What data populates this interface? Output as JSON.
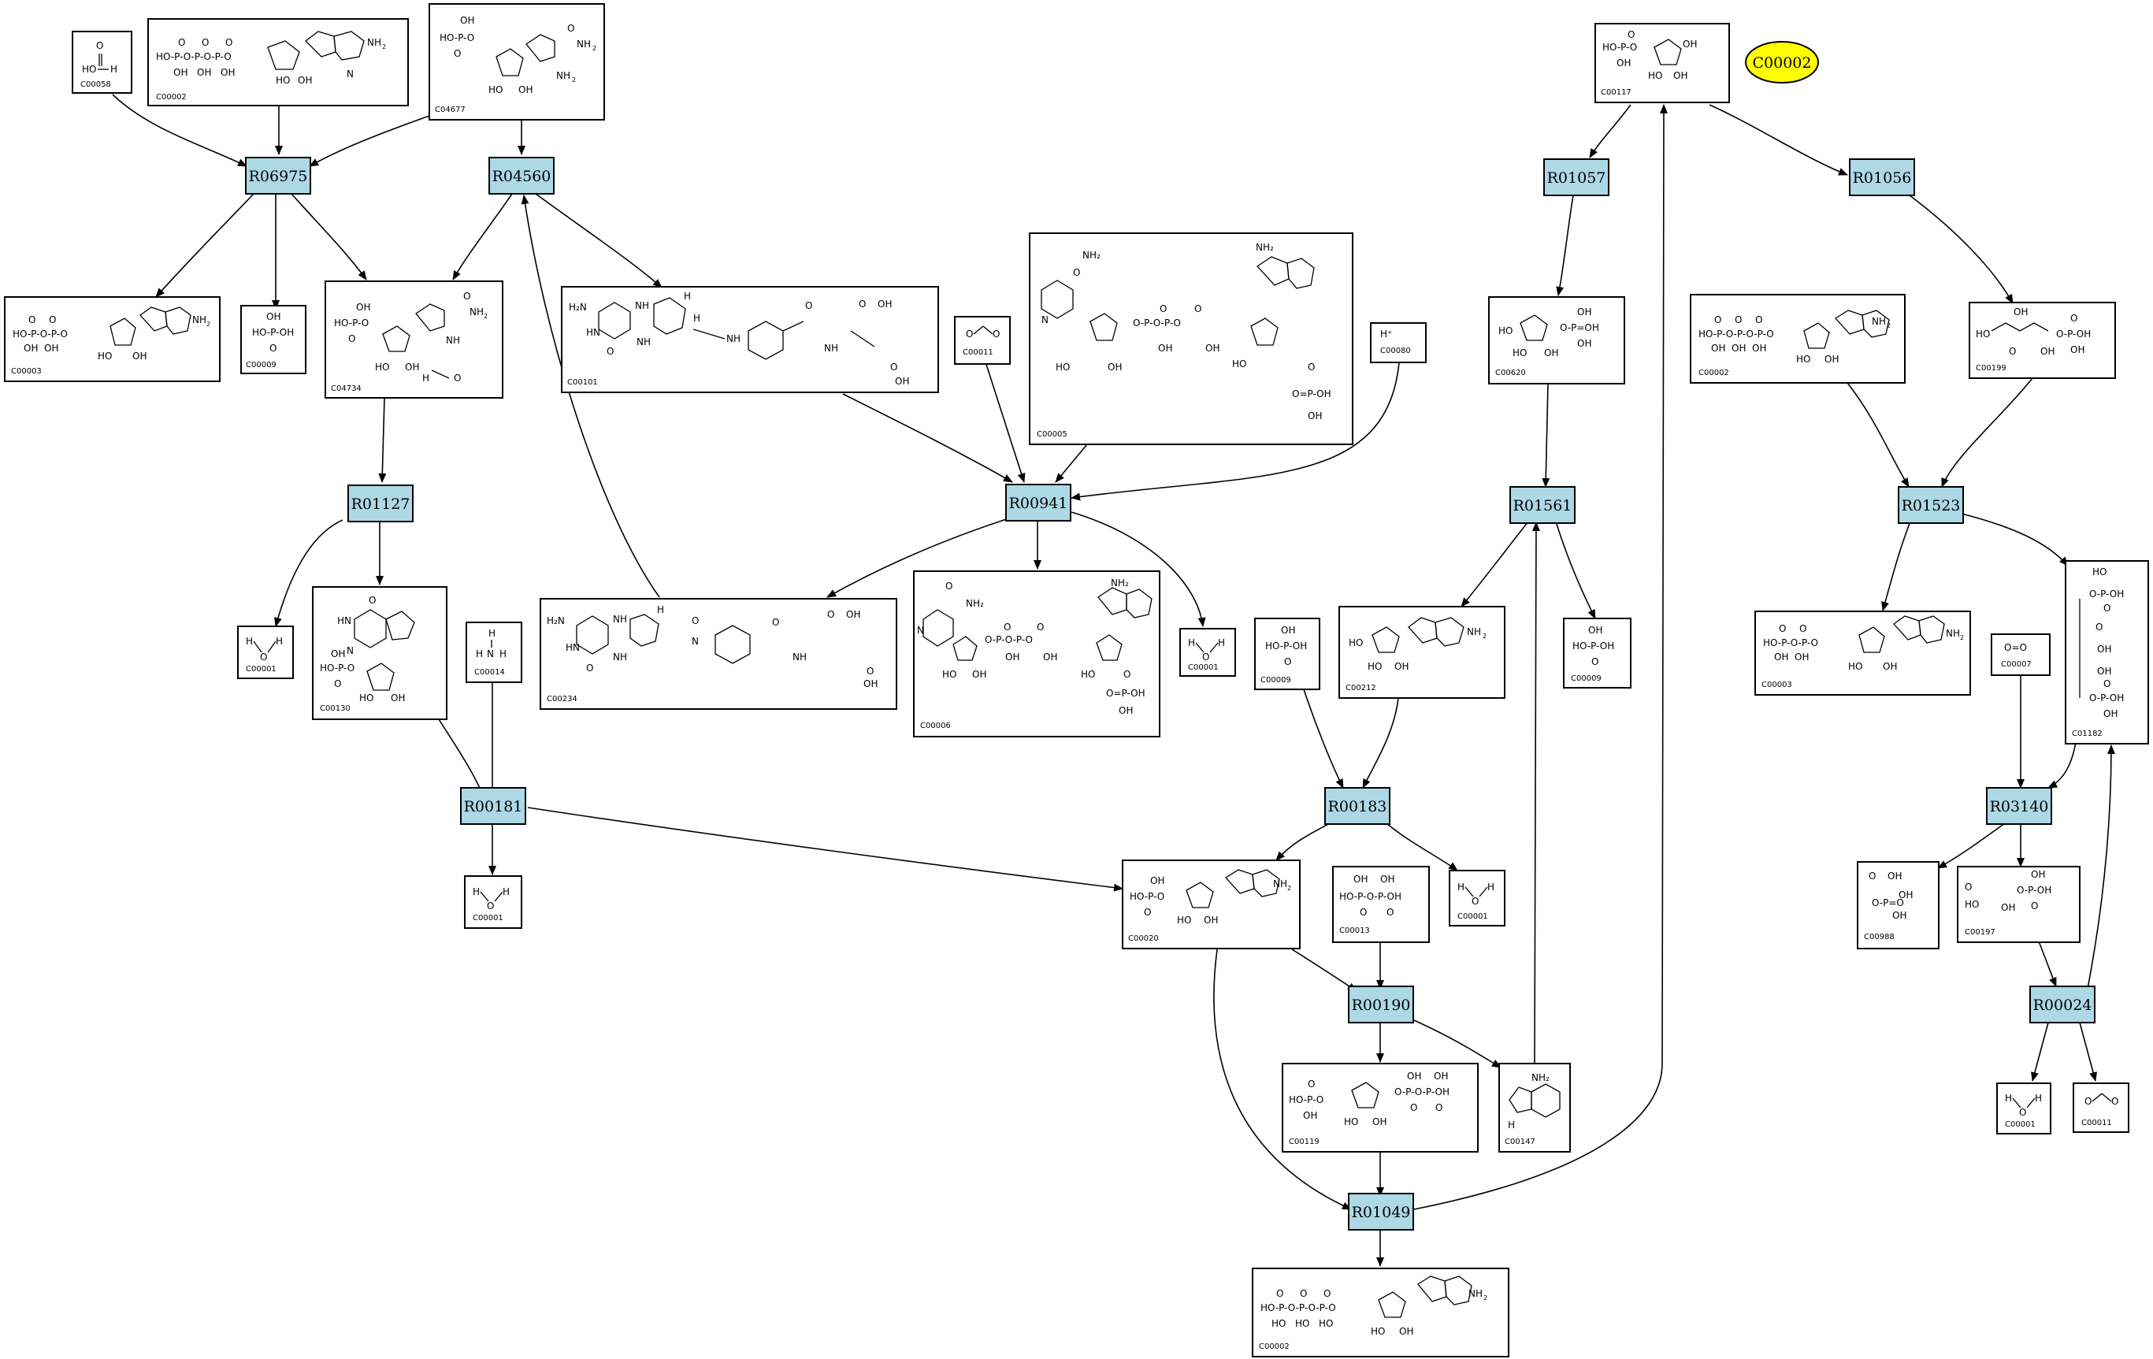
{
  "highlight": {
    "label": "C00002"
  },
  "reactions": [
    {
      "id": "R06975"
    },
    {
      "id": "R04560"
    },
    {
      "id": "R01127"
    },
    {
      "id": "R00181"
    },
    {
      "id": "R00941"
    },
    {
      "id": "R00183"
    },
    {
      "id": "R00190"
    },
    {
      "id": "R01049"
    },
    {
      "id": "R01057"
    },
    {
      "id": "R01561"
    },
    {
      "id": "R01056"
    },
    {
      "id": "R01523"
    },
    {
      "id": "R03140"
    },
    {
      "id": "R00024"
    }
  ],
  "compounds": [
    {
      "id": "C00058",
      "caption": "C00058"
    },
    {
      "id": "C00002a",
      "caption": "C00002"
    },
    {
      "id": "C04677",
      "caption": "C04677"
    },
    {
      "id": "C00003a",
      "caption": "C00003"
    },
    {
      "id": "C00009a",
      "caption": "C00009"
    },
    {
      "id": "C04734",
      "caption": "C04734"
    },
    {
      "id": "C00101",
      "caption": "C00101"
    },
    {
      "id": "C00011a",
      "caption": "C00011"
    },
    {
      "id": "C00005",
      "caption": "C00005"
    },
    {
      "id": "C00080",
      "caption": "C00080"
    },
    {
      "id": "C00001a",
      "caption": "C00001"
    },
    {
      "id": "C00130",
      "caption": "C00130"
    },
    {
      "id": "C00014",
      "caption": "C00014"
    },
    {
      "id": "C00234",
      "caption": "C00234"
    },
    {
      "id": "C00006",
      "caption": "C00006"
    },
    {
      "id": "C00001b",
      "caption": "C00001"
    },
    {
      "id": "C00001c",
      "caption": "C00001"
    },
    {
      "id": "C00009b",
      "caption": "C00009"
    },
    {
      "id": "C00212",
      "caption": "C00212"
    },
    {
      "id": "C00117",
      "caption": "C00117"
    },
    {
      "id": "C00620",
      "caption": "C00620"
    },
    {
      "id": "C00009c",
      "caption": "C00009"
    },
    {
      "id": "C00002b",
      "caption": "C00002"
    },
    {
      "id": "C00199",
      "caption": "C00199"
    },
    {
      "id": "C00003b",
      "caption": "C00003"
    },
    {
      "id": "C00007",
      "caption": "C00007"
    },
    {
      "id": "C01182",
      "caption": "C01182"
    },
    {
      "id": "C00020",
      "caption": "C00020"
    },
    {
      "id": "C00013",
      "caption": "C00013"
    },
    {
      "id": "C00001d",
      "caption": "C00001"
    },
    {
      "id": "C00119",
      "caption": "C00119"
    },
    {
      "id": "C00147",
      "caption": "C00147"
    },
    {
      "id": "C00002c",
      "caption": "C00002"
    },
    {
      "id": "C00988",
      "caption": "C00988"
    },
    {
      "id": "C00197",
      "caption": "C00197"
    },
    {
      "id": "C00001e",
      "caption": "C00001"
    },
    {
      "id": "C00011b",
      "caption": "C00011"
    }
  ]
}
